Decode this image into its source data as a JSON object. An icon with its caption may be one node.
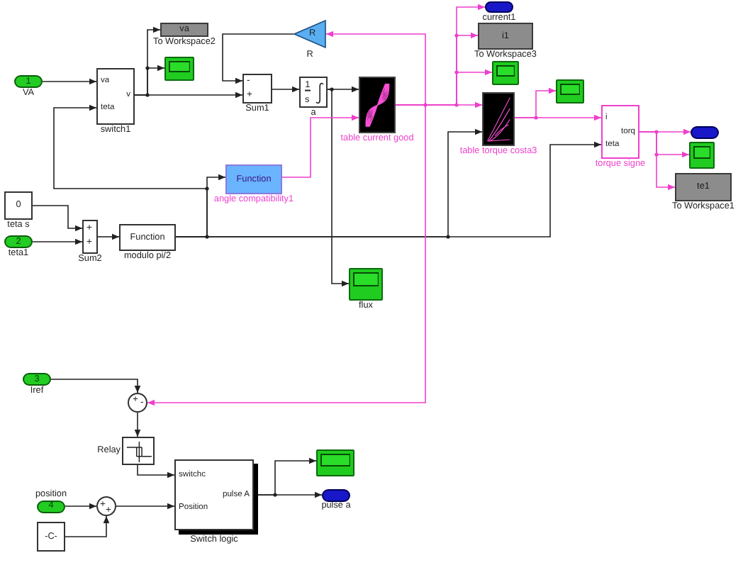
{
  "diagram": {
    "nodes": [
      {
        "text": [
          "current1"
        ]
      },
      {
        "text": [
          "va",
          "To Workspace2"
        ]
      },
      {
        "text": [
          "R",
          "R"
        ]
      },
      {
        "text": [
          "i1",
          "To Workspace3"
        ]
      },
      {
        "text": [],
        "shape": "box"
      },
      {
        "text": [],
        "shape": "box"
      },
      {
        "text": [
          "1",
          "VA"
        ]
      },
      {
        "text": [
          "va",
          "v",
          "teta",
          "switch1"
        ]
      },
      {
        "text": [
          "-",
          "+",
          "Sum1"
        ]
      },
      {
        "text": [
          "1",
          "s",
          "a"
        ]
      },
      {
        "text": [
          "table current good"
        ]
      },
      {
        "text": [
          "table torque costa3"
        ]
      },
      {
        "text": [],
        "shape": "box"
      },
      {
        "text": [
          "i",
          "torq",
          "teta",
          "torque signe"
        ]
      },
      {
        "text": [],
        "shape": "oval"
      },
      {
        "text": [],
        "shape": "box"
      },
      {
        "text": [
          "te1",
          "To Workspace1"
        ]
      },
      {
        "text": [
          "Function",
          "angle compatibility1"
        ]
      },
      {
        "text": [
          "0",
          "teta s"
        ]
      },
      {
        "text": [
          "2",
          "teta1"
        ]
      },
      {
        "text": [
          "+",
          "+",
          "Sum2"
        ]
      },
      {
        "text": [
          "Function",
          "modulo pi/2"
        ]
      },
      {
        "text": [
          "flux"
        ]
      },
      {
        "text": [
          "3",
          "Iref"
        ]
      },
      {
        "text": [
          "+",
          "-"
        ]
      },
      {
        "text": [
          "Relay"
        ]
      },
      {
        "text": [
          "switchc",
          "pulse A",
          "Position",
          "Switch logic"
        ]
      },
      {
        "text": [],
        "shape": "box"
      },
      {
        "text": [
          "position",
          "4"
        ]
      },
      {
        "text": [
          "pulse a"
        ]
      },
      {
        "text": [
          "+",
          "+"
        ]
      },
      {
        "text": [
          "-C-"
        ]
      }
    ],
    "edges": [
      {
        "from": 6,
        "to": 7,
        "arrow": "to"
      },
      {
        "from": 7,
        "to": 1,
        "arrow": "to"
      },
      {
        "from": 7,
        "to": 4,
        "arrow": "to"
      },
      {
        "from": 7,
        "to": 8,
        "arrow": "to"
      },
      {
        "from": 2,
        "to": 8,
        "arrow": "to"
      },
      {
        "from": 8,
        "to": 9,
        "arrow": "to"
      },
      {
        "from": 9,
        "to": 10,
        "arrow": "to"
      },
      {
        "from": 9,
        "to": 22,
        "arrow": "to"
      },
      {
        "from": 18,
        "to": 20,
        "arrow": "to"
      },
      {
        "from": 19,
        "to": 20,
        "arrow": "to"
      },
      {
        "from": 20,
        "to": 21,
        "arrow": "to"
      },
      {
        "from": 21,
        "to": 7,
        "arrow": "to"
      },
      {
        "from": 21,
        "to": 17,
        "arrow": "to"
      },
      {
        "from": 21,
        "to": 11,
        "arrow": "to"
      },
      {
        "from": 21,
        "to": 13,
        "arrow": "to"
      },
      {
        "from": 23,
        "to": 24,
        "arrow": "to"
      },
      {
        "from": 24,
        "to": 25,
        "arrow": "to"
      },
      {
        "from": 25,
        "to": 26,
        "arrow": "to"
      },
      {
        "from": 28,
        "to": 30,
        "arrow": "to"
      },
      {
        "from": 31,
        "to": 30,
        "arrow": "to"
      },
      {
        "from": 30,
        "to": 26,
        "arrow": "to"
      },
      {
        "from": 26,
        "to": 27,
        "arrow": "to"
      },
      {
        "from": 26,
        "to": 29,
        "arrow": "to"
      },
      {
        "from": 17,
        "to": 10,
        "arrow": "to",
        "color": "#ee3fcc"
      },
      {
        "from": 10,
        "to": 2,
        "arrow": "to",
        "color": "#ee3fcc"
      },
      {
        "from": 10,
        "to": 24,
        "arrow": "to",
        "color": "#ee3fcc"
      },
      {
        "from": 10,
        "to": 11,
        "arrow": "to",
        "color": "#ee3fcc"
      },
      {
        "from": 10,
        "to": 0,
        "arrow": "to",
        "color": "#ee3fcc"
      },
      {
        "from": 10,
        "to": 3,
        "arrow": "to",
        "color": "#ee3fcc"
      },
      {
        "from": 10,
        "to": 5,
        "arrow": "to",
        "color": "#ee3fcc"
      },
      {
        "from": 11,
        "to": 12,
        "arrow": "to",
        "color": "#ee3fcc"
      },
      {
        "from": 11,
        "to": 13,
        "arrow": "to",
        "color": "#ee3fcc"
      },
      {
        "from": 13,
        "to": 14,
        "arrow": "to",
        "color": "#ee3fcc"
      },
      {
        "from": 13,
        "to": 15,
        "arrow": "to",
        "color": "#ee3fcc"
      },
      {
        "from": 13,
        "to": 16,
        "arrow": "to",
        "color": "#ee3fcc"
      }
    ]
  }
}
